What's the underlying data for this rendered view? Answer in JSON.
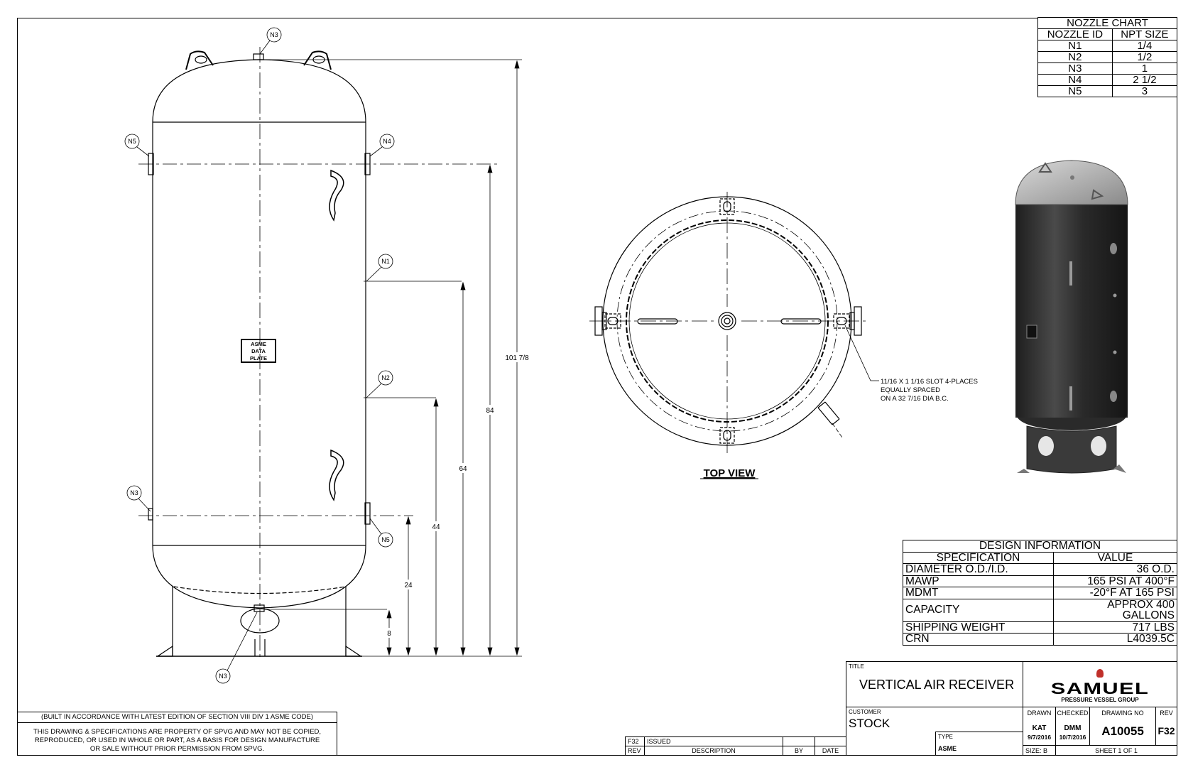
{
  "notes": {
    "built": "(BUILT IN ACCORDANCE WITH LATEST EDITION OF SECTION VIII DIV 1 ASME CODE)",
    "property": "THIS DRAWING & SPECIFICATIONS ARE PROPERTY OF SPVG AND MAY NOT BE COPIED, REPRODUCED, OR USED IN WHOLE OR PART, AS A BASIS FOR DESIGN MANUFACTURE OR SALE WITHOUT PRIOR PERMISSION FROM SPVG."
  },
  "nozzle_chart": {
    "title": "NOZZLE CHART",
    "headers": [
      "NOZZLE ID",
      "NPT SIZE"
    ],
    "rows": [
      {
        "id": "N1",
        "size": "1/4"
      },
      {
        "id": "N2",
        "size": "1/2"
      },
      {
        "id": "N3",
        "size": "1"
      },
      {
        "id": "N4",
        "size": "2 1/2"
      },
      {
        "id": "N5",
        "size": "3"
      }
    ]
  },
  "design_info": {
    "title": "DESIGN INFORMATION",
    "headers": [
      "SPECIFICATION",
      "VALUE"
    ],
    "rows": [
      {
        "spec": "DIAMETER O.D./I.D.",
        "value": "36 O.D."
      },
      {
        "spec": "MAWP",
        "value": "165 PSI AT 400°F"
      },
      {
        "spec": "MDMT",
        "value": "-20°F AT 165 PSI"
      },
      {
        "spec": "CAPACITY",
        "value": "APPROX 400 GALLONS"
      },
      {
        "spec": "SHIPPING WEIGHT",
        "value": "717 LBS"
      },
      {
        "spec": "CRN",
        "value": "L4039.5C"
      }
    ]
  },
  "title_block": {
    "title_label": "TITLE",
    "title": "VERTICAL AIR RECEIVER",
    "customer_label": "CUSTOMER",
    "customer": "STOCK",
    "type_label": "TYPE",
    "type": "ASME",
    "brand": "SAMUEL",
    "brand_sub": "PRESSURE VESSEL GROUP",
    "drawn_label": "DRAWN",
    "drawn_by": "KAT",
    "drawn_date": "9/7/2016",
    "checked_label": "CHECKED",
    "checked_by": "DMM",
    "checked_date": "10/7/2016",
    "drawing_no_label": "DRAWING NO",
    "drawing_no": "A10055",
    "rev_label": "REV",
    "rev": "F32",
    "size": "SIZE: B",
    "sheet": "SHEET 1  OF 1"
  },
  "revision_block": {
    "rev": "F32",
    "description": "ISSUED",
    "headers": [
      "REV",
      "DESCRIPTION",
      "BY",
      "DATE"
    ]
  },
  "side_view": {
    "dims": [
      "101 7/8",
      "84",
      "64",
      "44",
      "24",
      "8"
    ],
    "nozzle_tags": [
      "N3",
      "N5",
      "N4",
      "N1",
      "N2",
      "N3",
      "N5",
      "N3"
    ],
    "data_plate": [
      "ASME",
      "DATA",
      "PLATE"
    ]
  },
  "top_view": {
    "label": "TOP VIEW",
    "slot_note": [
      "11/16 X 1 1/16 SLOT 4-PLACES",
      "EQUALLY SPACED",
      "ON A 32 7/16 DIA B.C."
    ]
  },
  "colors": {
    "line": "#000000",
    "tank_dark": "#2f2f2f",
    "tank_head": "#b8b8b8",
    "brand_red": "#c0302a"
  }
}
